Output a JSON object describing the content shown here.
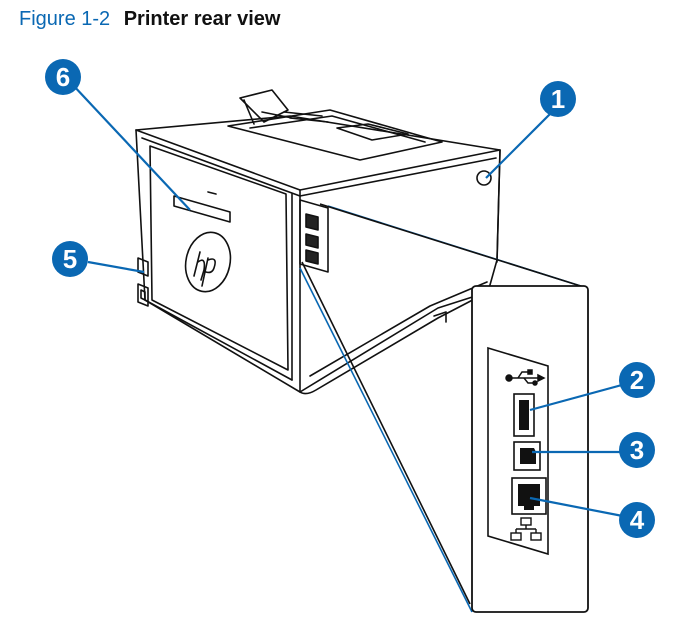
{
  "figure": {
    "number": "Figure 1-2",
    "title": "Printer rear view"
  },
  "callouts": [
    {
      "id": "callout-1",
      "label": "1"
    },
    {
      "id": "callout-2",
      "label": "2"
    },
    {
      "id": "callout-3",
      "label": "3"
    },
    {
      "id": "callout-4",
      "label": "4"
    },
    {
      "id": "callout-5",
      "label": "5"
    },
    {
      "id": "callout-6",
      "label": "6"
    }
  ],
  "icons": [
    "usb-icon",
    "network-icon",
    "hp-logo"
  ],
  "colors": {
    "accent": "#0a68b3",
    "callout_fill": "#0a68b3",
    "line": "#111111"
  }
}
